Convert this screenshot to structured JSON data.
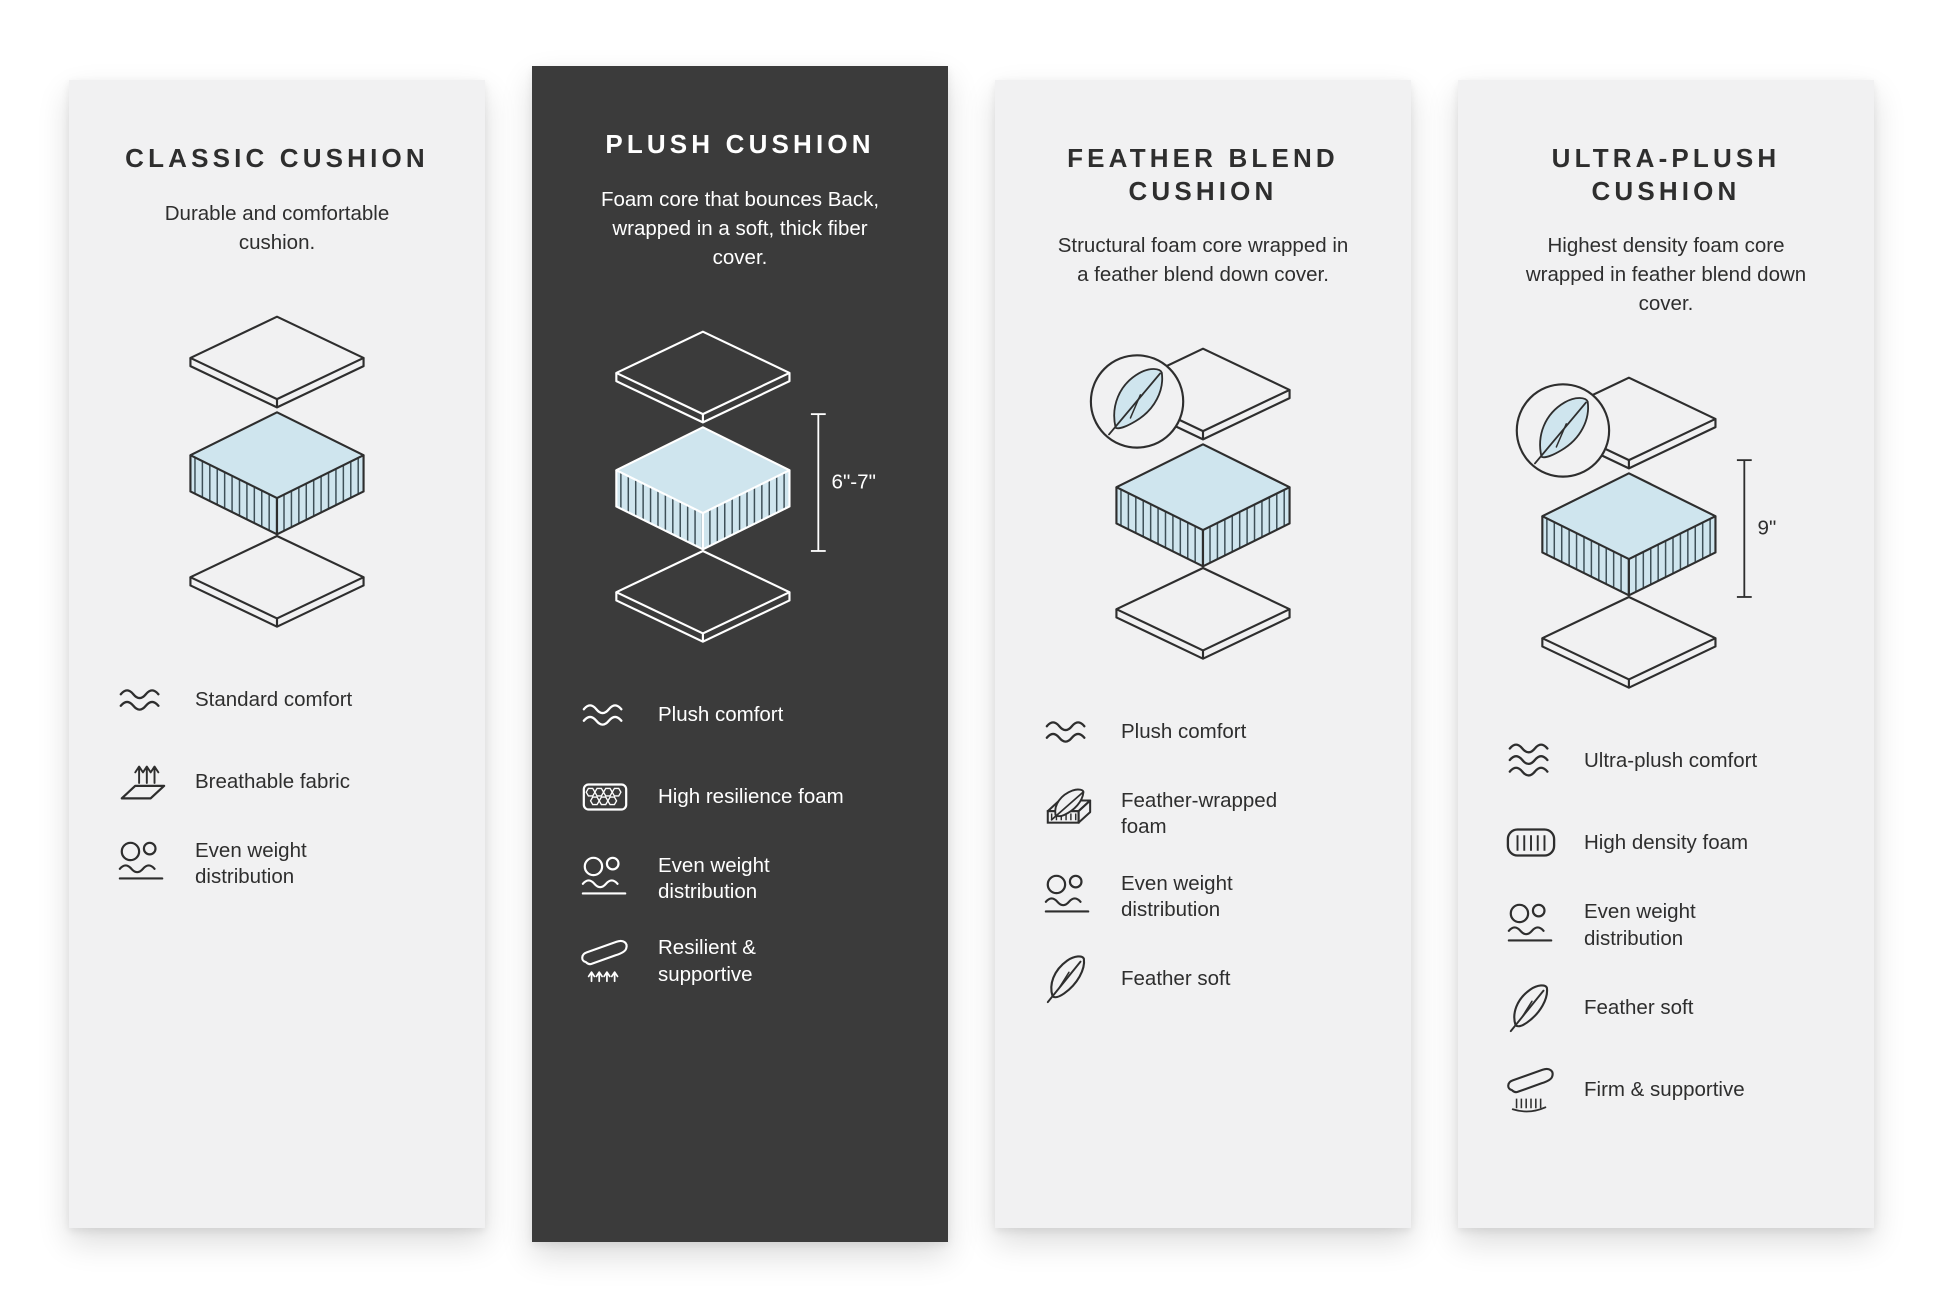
{
  "colors": {
    "card_light_bg": "#f1f1f2",
    "card_dark_bg": "#3b3b3b",
    "text_dark": "#2e2e2e",
    "text_light": "#ffffff",
    "foam_blue": "#cfe5ee"
  },
  "cards": [
    {
      "id": "classic",
      "theme": "light",
      "title": "CLASSIC CUSHION",
      "description": "Durable and comfortable cushion.",
      "diagram": {
        "feather": false,
        "dimension": null
      },
      "features": [
        {
          "icon": "waves",
          "label": "Standard comfort"
        },
        {
          "icon": "breathable",
          "label": "Breathable fabric"
        },
        {
          "icon": "weight",
          "label": "Even weight distribution"
        }
      ]
    },
    {
      "id": "plush",
      "theme": "dark",
      "title": "PLUSH CUSHION",
      "description": "Foam core that bounces Back, wrapped in a soft, thick fiber cover.",
      "diagram": {
        "feather": false,
        "dimension": "6\"-7\""
      },
      "features": [
        {
          "icon": "waves",
          "label": "Plush comfort"
        },
        {
          "icon": "honeycomb",
          "label": "High resilience foam"
        },
        {
          "icon": "weight",
          "label": "Even weight distribution"
        },
        {
          "icon": "resilient",
          "label": "Resilient & supportive"
        }
      ]
    },
    {
      "id": "feather-blend",
      "theme": "light",
      "title": "FEATHER BLEND CUSHION",
      "description": "Structural foam core wrapped in a feather blend down cover.",
      "diagram": {
        "feather": true,
        "dimension": null
      },
      "features": [
        {
          "icon": "waves",
          "label": "Plush comfort"
        },
        {
          "icon": "featherFoam",
          "label": "Feather-wrapped foam"
        },
        {
          "icon": "weight",
          "label": "Even weight distribution"
        },
        {
          "icon": "feather",
          "label": "Feather soft"
        }
      ]
    },
    {
      "id": "ultra-plush",
      "theme": "light",
      "title": "ULTRA-PLUSH CUSHION",
      "description": "Highest density foam core wrapped in feather blend down cover.",
      "diagram": {
        "feather": true,
        "dimension": "9\""
      },
      "features": [
        {
          "icon": "waves3",
          "label": "Ultra-plush comfort"
        },
        {
          "icon": "foam",
          "label": "High density foam"
        },
        {
          "icon": "weight",
          "label": "Even weight distribution"
        },
        {
          "icon": "feather",
          "label": "Feather soft"
        },
        {
          "icon": "firm",
          "label": "Firm & supportive"
        }
      ]
    }
  ]
}
